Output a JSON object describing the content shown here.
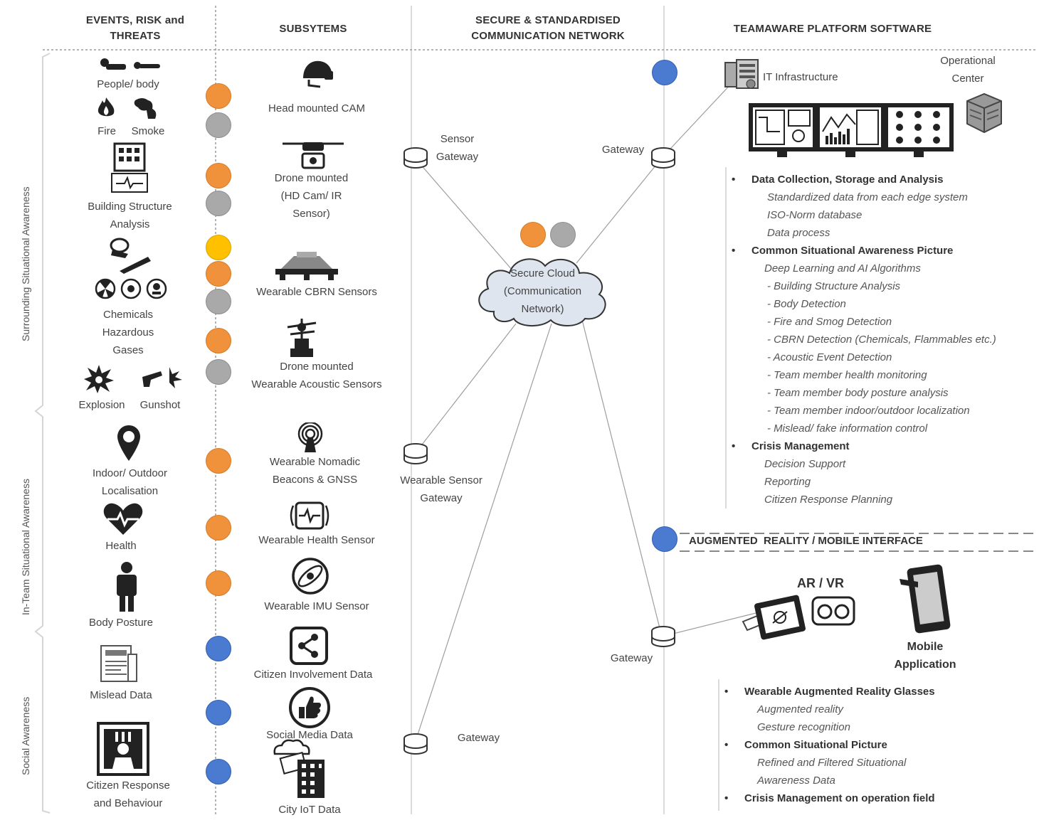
{
  "headers": {
    "events": "EVENTS, RISK and\nTHREATS",
    "subsystems": "SUBSYTEMS",
    "network": "SECURE & STANDARDISED\nCOMMUNICATION NETWORK",
    "platform": "TEAMAWARE PLATFORM SOFTWARE"
  },
  "side_labels": {
    "surrounding": "Surrounding Situational Awareness",
    "inteam": "In-Team Situational Awareness",
    "social": "Social Awareness"
  },
  "events": {
    "people": "People/ body",
    "fire": "Fire",
    "smoke": "Smoke",
    "building": "Building Structure\nAnalysis",
    "chemicals": "Chemicals\nHazardous\nGases",
    "explosion": "Explosion",
    "gunshot": "Gunshot",
    "localisation": "Indoor/ Outdoor\nLocalisation",
    "health": "Health",
    "posture": "Body Posture",
    "mislead": "Mislead Data",
    "citizen": "Citizen Response\nand Behaviour"
  },
  "subsystems": {
    "head_cam": "Head mounted CAM",
    "drone_cam": "Drone mounted\n(HD Cam/ IR\nSensor)",
    "cbrn": "Wearable CBRN Sensors",
    "acoustic": "Drone mounted\nWearable Acoustic Sensors",
    "beacons": "Wearable Nomadic\nBeacons & GNSS",
    "health_sensor": "Wearable Health Sensor",
    "imu": "Wearable IMU Sensor",
    "citizen_data": "Citizen Involvement Data",
    "social_media": "Social Media Data",
    "city_iot": "City IoT Data"
  },
  "network": {
    "sensor_gateway": "Sensor\nGateway",
    "wearable_gateway": "Wearable Sensor\nGateway",
    "gateway_bottom": "Gateway",
    "gateway_top_right": "Gateway",
    "gateway_right": "Gateway",
    "cloud": "Secure Cloud\n(Communication\nNetwork)"
  },
  "platform": {
    "it_infra": "IT Infrastructure",
    "ops_center": "Operational\nCenter",
    "sections": [
      {
        "title": "Data Collection, Storage and Analysis",
        "items": [
          "Standardized data from each edge system",
          "ISO-Norm database",
          "Data process"
        ]
      },
      {
        "title": "Common Situational Awareness Picture",
        "items": [
          "Deep Learning and AI Algorithms",
          " - Building Structure Analysis",
          " - Body Detection",
          " - Fire and Smog Detection",
          " - CBRN Detection (Chemicals, Flammables etc.)",
          " - Acoustic Event Detection",
          " - Team member health monitoring",
          " - Team member body posture analysis",
          " - Team member indoor/outdoor localization",
          " - Mislead/ fake information control"
        ]
      },
      {
        "title": "Crisis  Management",
        "items": [
          "Decision Support",
          "Reporting",
          "Citizen Response Planning"
        ]
      }
    ]
  },
  "ar": {
    "banner": "AUGMENTED  REALITY / MOBILE INTERFACE",
    "arvr": "AR / VR",
    "mobile": "Mobile\nApplication",
    "sections": [
      {
        "title": "Wearable Augmented Reality Glasses",
        "items": [
          "Augmented reality",
          "Gesture recognition"
        ]
      },
      {
        "title": "Common Situational Picture",
        "items": [
          "Refined and Filtered Situational",
          "Awareness Data"
        ]
      },
      {
        "title": "Crisis Management on operation field",
        "items": []
      }
    ]
  },
  "colors": {
    "orange": "#f0913c",
    "grey": "#a9a9a9",
    "yellow": "#ffc000",
    "blue": "#4a7bd0"
  }
}
